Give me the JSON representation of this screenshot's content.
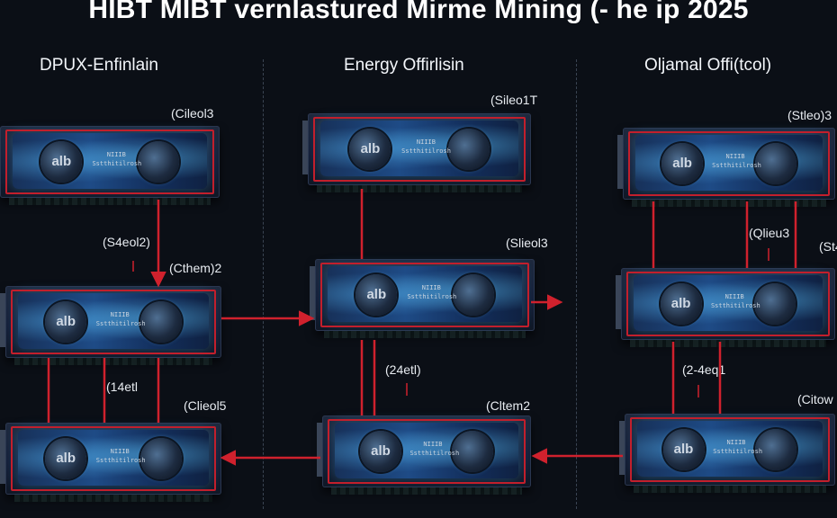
{
  "title": "HIBT MIBT vernlastured Mirme Mining (- he ip 2025",
  "columns": [
    {
      "heading": "DPUX-Enfinlain"
    },
    {
      "heading": "Energy Offirlisin"
    },
    {
      "heading": "Oljamal Offi(tcol)"
    }
  ],
  "labels": {
    "c1": [
      "(Cileol3",
      "(S4eol2)",
      "(Cthem)2",
      "(14etl",
      "(Clieol5"
    ],
    "c2": [
      "(Sileo1T",
      "(Slieol3",
      "(24etl)",
      "(Cltem2"
    ],
    "c3": [
      "(Stleo)3",
      "(Qlieu3",
      "(St4",
      "(2-4eq1",
      "(Citow"
    ]
  },
  "card": {
    "fan_text": "alb",
    "plate_line1": "NIIIB",
    "plate_line2": "Sstthitilrosh"
  },
  "colors": {
    "frame": "#c21f2c",
    "arrow": "#d0212d",
    "glow": "#3aa6e6",
    "background": "#0b0f16"
  }
}
